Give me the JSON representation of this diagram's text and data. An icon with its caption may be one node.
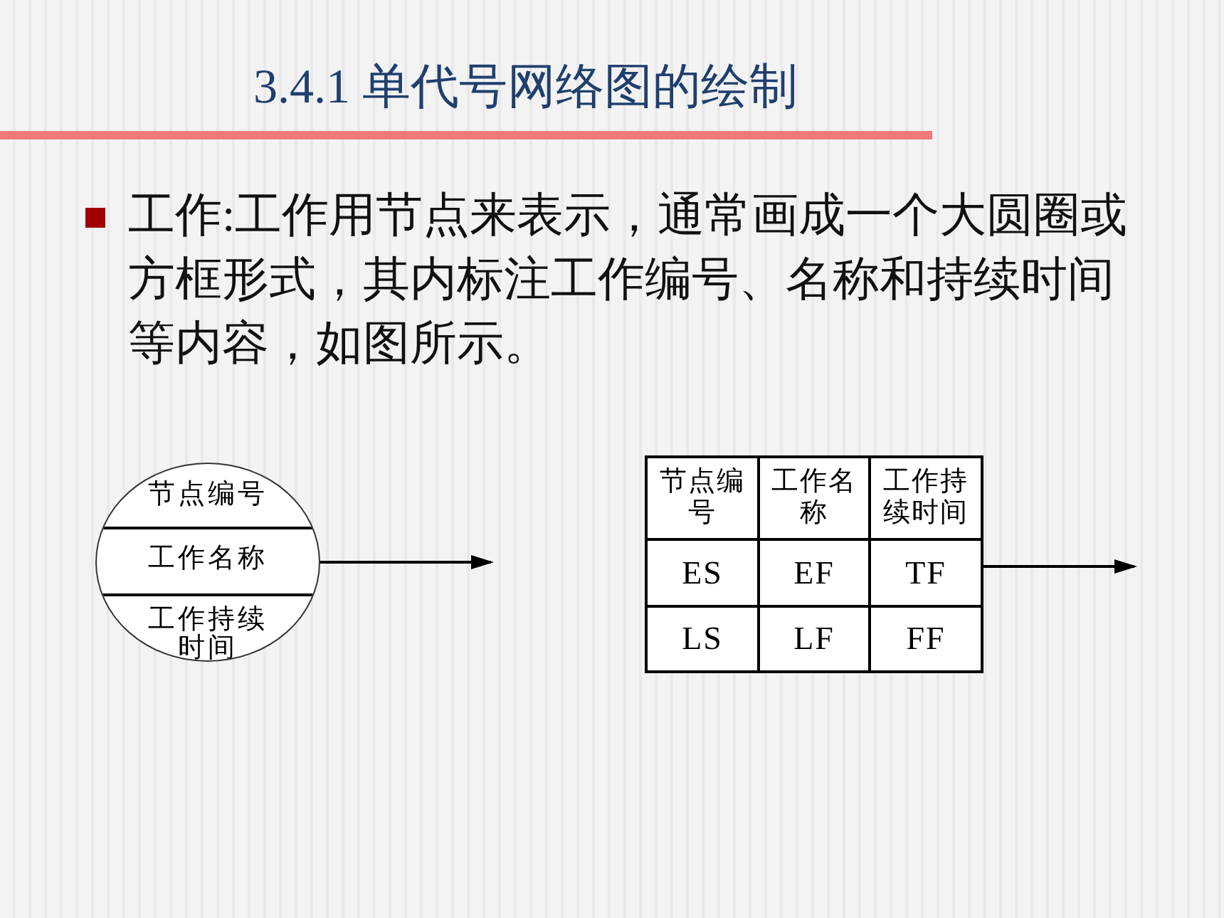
{
  "diagram": {
    "title": "3.4.1  单代号网络图的绘制",
    "nodes": [
      {
        "text": [
          "节点编号",
          "工作名称",
          "工作持续时间"
        ]
      },
      {
        "text": [
          "节点编号",
          "工作名称",
          "工作持续时间",
          "ES",
          "EF",
          "TF",
          "LS",
          "LF",
          "FF"
        ]
      }
    ],
    "edges": [
      {
        "from": 0,
        "to": null,
        "arrow": "to"
      },
      {
        "from": 1,
        "to": null,
        "arrow": "to"
      }
    ],
    "labels": [
      "工作:工作用节点来表示，通常画成一个大圆圈或方框形式，其内标注工作编号、名称和持续时间等内容，如图所示。"
    ]
  }
}
